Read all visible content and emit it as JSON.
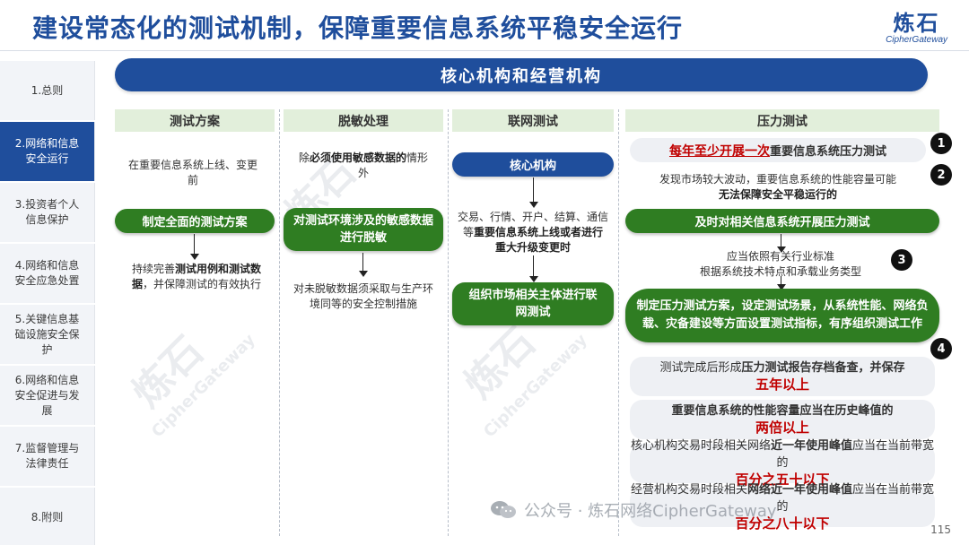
{
  "header": {
    "title": "建设常态化的测试机制，保障重要信息系统平稳安全运行",
    "logo_cn": "炼石",
    "logo_en": "CipherGateway"
  },
  "sidebar": {
    "items": [
      {
        "label": "1.总则"
      },
      {
        "label": "2.网络和信息\n安全运行"
      },
      {
        "label": "3.投资者个人\n信息保护"
      },
      {
        "label": "4.网络和信息\n安全应急处置"
      },
      {
        "label": "5.关键信息基\n础设施安全保\n护"
      },
      {
        "label": "6.网络和信息\n安全促进与发\n展"
      },
      {
        "label": "7.监督管理与\n法律责任"
      },
      {
        "label": "8.附则"
      }
    ]
  },
  "banner": {
    "label": "核心机构和经营机构"
  },
  "columns": {
    "test_plan": {
      "header": "测试方案",
      "note_top": "在重要信息系统上线、变更前",
      "pill": "制定全面的测试方案",
      "note_bottom_pre": "持续完善",
      "note_bottom_bold": "测试用例和测试数据",
      "note_bottom_post": "，并保障测试的有效执行"
    },
    "desensitize": {
      "header": "脱敏处理",
      "note_top_pre": "除",
      "note_top_bold": "必须使用敏感数据的",
      "note_top_post": "情形外",
      "pill": "对测试环境涉及的敏感数据进行脱敏",
      "note_bottom": "对未脱敏数据须采取与生产环境同等的安全控制措施"
    },
    "network": {
      "header": "联网测试",
      "pill_blue": "核心机构",
      "note_pre": "交易、行情、开户、结算、通信等",
      "note_bold": "重要信息系统上线或者进行重大升级变更时",
      "pill": "组织市场相关主体进行联网测试"
    },
    "pressure": {
      "header": "压力测试",
      "item1_red": "每年至少开展一次",
      "item1_bold": "重要信息系统压力测试",
      "item2_text": "发现市场较大波动，重要信息系统的性能容量可能",
      "item2_bold": "无法保障安全平稳运行的",
      "pill1": "及时对相关信息系统开展压力测试",
      "item3_line1": "应当依照有关行业标准",
      "item3_line2": "根据系统技术特点和承载业务类型",
      "pill2": "制定压力测试方案，设定测试场景，从系统性能、网络负载、灾备建设等方面设置测试指标，有序组织测试工作",
      "box1_pre": "测试完成后形成",
      "box1_bold": "压力测试报告存档备查，并保存",
      "box1_red": "五年以上",
      "box2_bold": "重要信息系统的性能容量应当在历史峰值的",
      "box2_red": "两倍以上",
      "box3_pre": "核心机构交易时段相关网络",
      "box3_bold": "近一年使用峰值",
      "box3_post": "应当在当前带宽的",
      "box3_red": "百分之五十以下",
      "box4_pre": "经营机构交易时段相关",
      "box4_bold": "网络近一年使用峰值",
      "box4_post": "应当在当前带宽的",
      "box4_red": "百分之八十以下"
    }
  },
  "markers": [
    "1",
    "2",
    "3",
    "4"
  ],
  "watermark": {
    "cn": "炼石",
    "en": "CipherGateway",
    "footer": "公众号 · 炼石网络CipherGateway"
  },
  "page_number": "115",
  "colors": {
    "primary_blue": "#1f4e9c",
    "green": "#2f7d22",
    "light_green": "#e2efdb",
    "red": "#c00000"
  }
}
